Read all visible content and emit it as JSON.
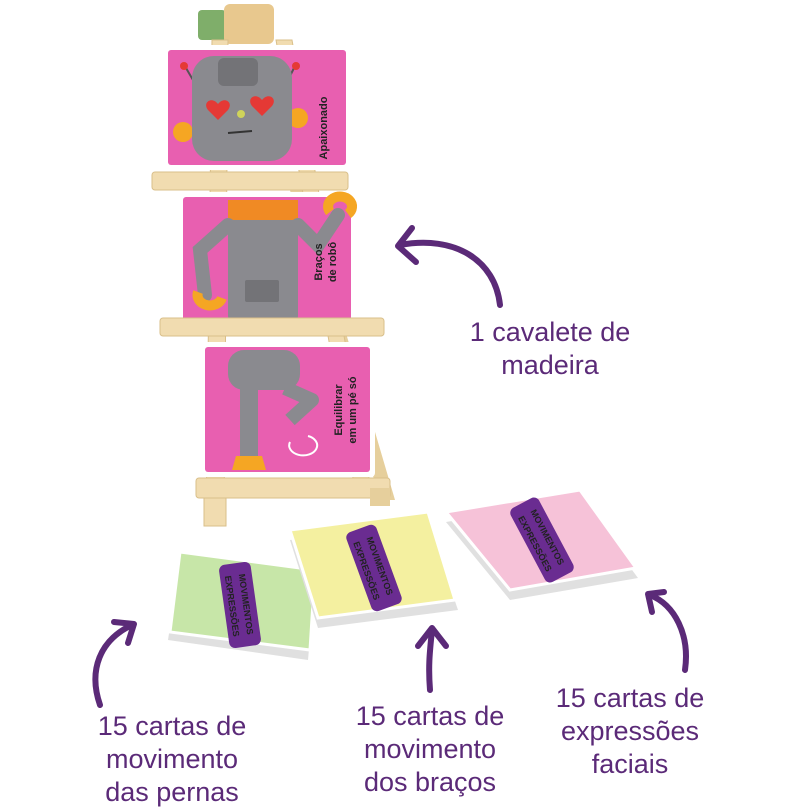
{
  "easel_cards": {
    "top": "Apaixonado",
    "middle": [
      "Braços",
      "de robô"
    ],
    "bottom": [
      "Equilibrar",
      "em um pé só"
    ]
  },
  "deck_logo": {
    "line1": "MOVIMENTOS",
    "line2": "E",
    "line3": "EXPRESSÕES"
  },
  "labels": {
    "easel": [
      "1 cavalete de",
      "madeira"
    ],
    "legs": [
      "15 cartas de",
      "movimento",
      "das pernas"
    ],
    "arms": [
      "15 cartas de",
      "movimento",
      "dos braços"
    ],
    "faces": [
      "15 cartas de",
      "expressões",
      "faciais"
    ]
  },
  "colors": {
    "label_text": "#5b2a78",
    "arrow": "#5b2a78",
    "card_pink": "#e85fb0",
    "wood": "#f1dcb0",
    "robot_gray": "#8a8a8f",
    "deck_green": "#c7e6a8",
    "deck_yellow": "#f4f0a0",
    "deck_pink": "#f6c2d8"
  }
}
